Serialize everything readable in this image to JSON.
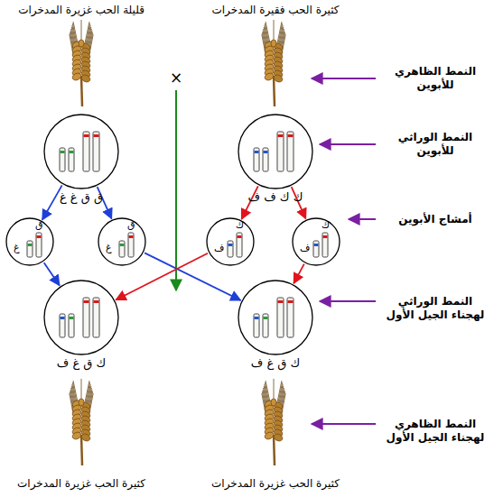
{
  "diagram": {
    "nodes": [
      {
        "text": [
          "ق ق غ غ"
        ]
      },
      {
        "text": [
          "ك ك ف ف"
        ]
      },
      {
        "text": [
          "ق",
          "غ"
        ]
      },
      {
        "text": [
          "ق",
          "غ"
        ]
      },
      {
        "text": [
          "ك",
          "ف"
        ]
      },
      {
        "text": [
          "ك",
          "ف"
        ]
      },
      {
        "text": [
          "ك ق غ ف"
        ]
      },
      {
        "text": [
          "ك ق غ ف"
        ]
      }
    ],
    "edges": [
      {
        "from": 0,
        "to": 2,
        "arrow": "to"
      },
      {
        "from": 0,
        "to": 3,
        "arrow": "to"
      },
      {
        "from": 1,
        "to": 4,
        "arrow": "to"
      },
      {
        "from": 1,
        "to": 5,
        "arrow": "to"
      },
      {
        "from": 2,
        "to": 6,
        "arrow": "to"
      },
      {
        "from": 3,
        "to": 7,
        "arrow": "to"
      },
      {
        "from": 4,
        "to": 6,
        "arrow": "to"
      },
      {
        "from": 5,
        "to": 7,
        "arrow": "to"
      }
    ],
    "labels": [
      "قليلة الحب غزيرة المدخرات",
      "كثيرة الحب فقيرة المدخرات",
      "×",
      "النمط الظاهري للأبوين",
      "النمط الوراثي للأبوين",
      "أمشاج الأبوين",
      "النمط الوراثي لهجناء الجيل الأول",
      "النمط الظاهري لهجناء الجيل الأول",
      "كثيرة الحب غزيرة المدخرات",
      "كثيرة الحب غزيرة المدخرات"
    ]
  }
}
